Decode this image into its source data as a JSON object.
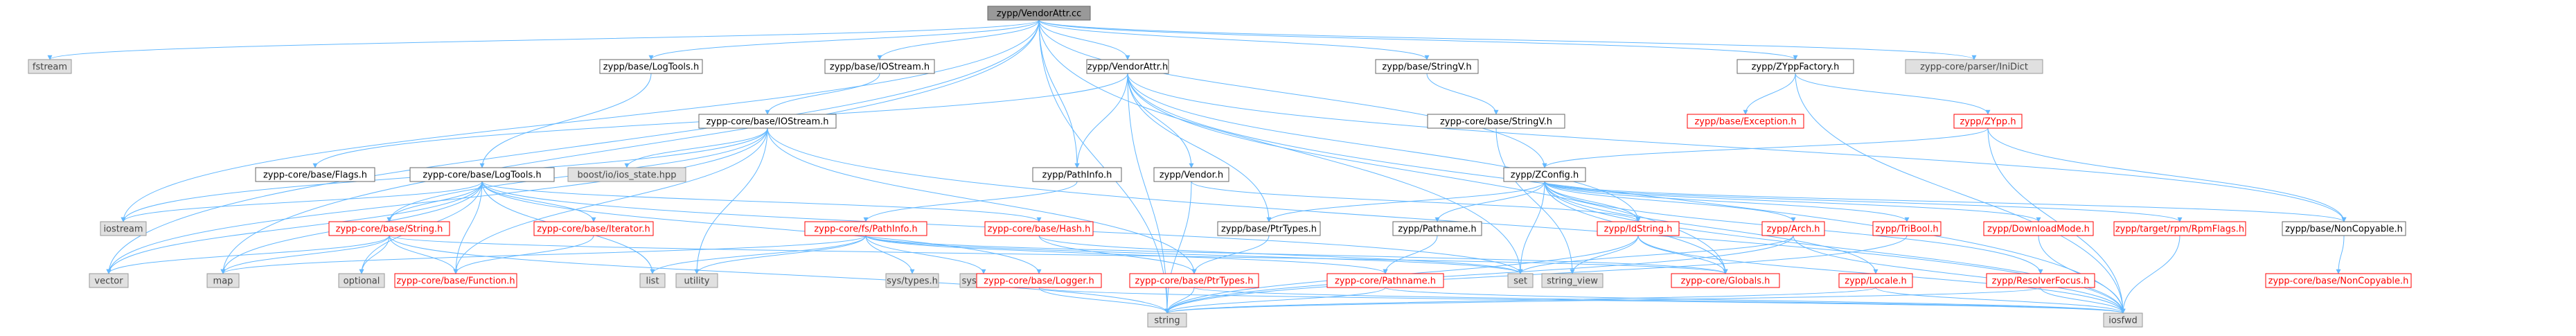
{
  "colors": {
    "edge": "#63b8ff",
    "internal_border": "#666666",
    "internal_text": "#000000",
    "missing_border": "#ff0000",
    "missing_text": "#ff0000",
    "external_fill": "#e0e0e0",
    "external_border": "#999999",
    "root_fill": "#999999",
    "root_text": "#000000",
    "white": "#ffffff"
  },
  "nodes": {
    "root": "zypp/VendorAttr.cc",
    "fstream": "fstream",
    "base_logtools": "zypp/base/LogTools.h",
    "base_iostream": "zypp/base/IOStream.h",
    "vendorattr_h": "zypp/VendorAttr.h",
    "base_stringv": "zypp/base/StringV.h",
    "zyppfactory": "zypp/ZYppFactory.h",
    "parser_inidict": "zypp-core/parser/IniDict",
    "core_iostream": "zypp-core/base/IOStream.h",
    "core_stringv": "zypp-core/base/StringV.h",
    "base_exception": "zypp/base/Exception.h",
    "zypp_h": "zypp/ZYpp.h",
    "core_flags": "zypp-core/base/Flags.h",
    "core_logtools": "zypp-core/base/LogTools.h",
    "boost_state": "boost/io/ios_state.hpp",
    "pathinfo_h": "zypp/PathInfo.h",
    "vendor_h": "zypp/Vendor.h",
    "zconfig": "zypp/ZConfig.h",
    "iostream": "iostream",
    "core_string": "zypp-core/base/String.h",
    "core_iterator": "zypp-core/base/Iterator.h",
    "core_hash": "zypp-core/base/Hash.h",
    "fs_pathinfo": "zypp-core/fs/PathInfo.h",
    "base_ptrtypes": "zypp/base/PtrTypes.h",
    "zypp_pathname": "zypp/Pathname.h",
    "idstring": "zypp/IdString.h",
    "arch": "zypp/Arch.h",
    "tribool": "zypp/TriBool.h",
    "downloadmode": "zypp/DownloadMode.h",
    "rpmflags": "zypp/target/rpm/RpmFlags.h",
    "base_noncopyable": "zypp/base/NonCopyable.h",
    "vector": "vector",
    "map": "map",
    "optional": "optional",
    "core_function": "zypp-core/base/Function.h",
    "list": "list",
    "utility": "utility",
    "systypes": "sys/types.h",
    "sysstat": "sys/stat.h",
    "core_ptrtypes": "zypp-core/base/PtrTypes.h",
    "core_pathname": "zypp-core/Pathname.h",
    "set": "set",
    "string_view": "string_view",
    "core_globals": "zypp-core/Globals.h",
    "core_logger": "zypp-core/base/Logger.h",
    "locale": "zypp/Locale.h",
    "resolverfocus": "zypp/ResolverFocus.h",
    "core_noncopyable": "zypp-core/base/NonCopyable.h",
    "string": "string",
    "iosfwd": "iosfwd"
  }
}
